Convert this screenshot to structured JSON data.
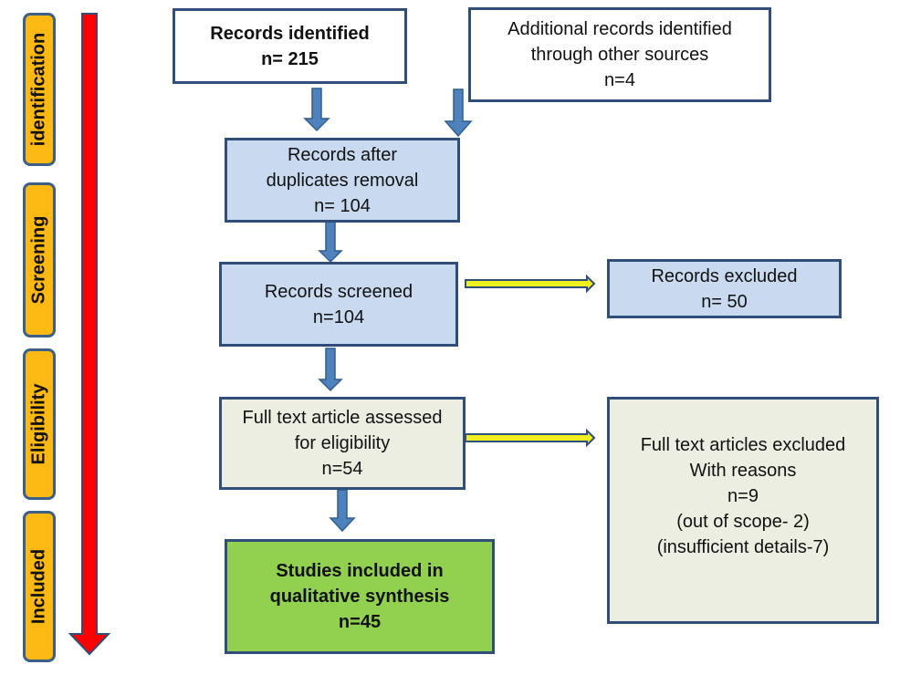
{
  "stages": [
    {
      "label": "identification"
    },
    {
      "label": "Screening"
    },
    {
      "label": "Eligibility"
    },
    {
      "label": "Included"
    }
  ],
  "boxes": {
    "records_identified": {
      "lines": [
        "Records identified",
        "n= 215"
      ]
    },
    "additional_records": {
      "lines": [
        "Additional records identified",
        "through other sources",
        "n=4"
      ]
    },
    "after_duplicates": {
      "lines": [
        "Records after",
        "duplicates removal",
        "n= 104"
      ]
    },
    "screened": {
      "lines": [
        "Records screened",
        "n=104"
      ]
    },
    "excluded": {
      "lines": [
        "Records excluded",
        "n= 50"
      ]
    },
    "full_text_assessed": {
      "lines": [
        "Full text article assessed",
        "for eligibility",
        "n=54"
      ]
    },
    "full_text_excluded": {
      "lines": [
        "Full text articles excluded",
        "With reasons",
        "n=9",
        "(out of scope- 2)",
        "(insufficient details-7)"
      ]
    },
    "included": {
      "lines": [
        "Studies included in",
        "qualitative synthesis",
        "n=45"
      ]
    }
  },
  "colors": {
    "stage_fill": "#fdb913",
    "progress_arrow": "#ff0000",
    "flow_arrow": "#4f81bd",
    "side_arrow_fill": "#f0f020",
    "box_border": "#2f4f7a",
    "blue_box": "#c9daf0",
    "beige_box": "#eceee2",
    "green_box": "#92d050"
  }
}
